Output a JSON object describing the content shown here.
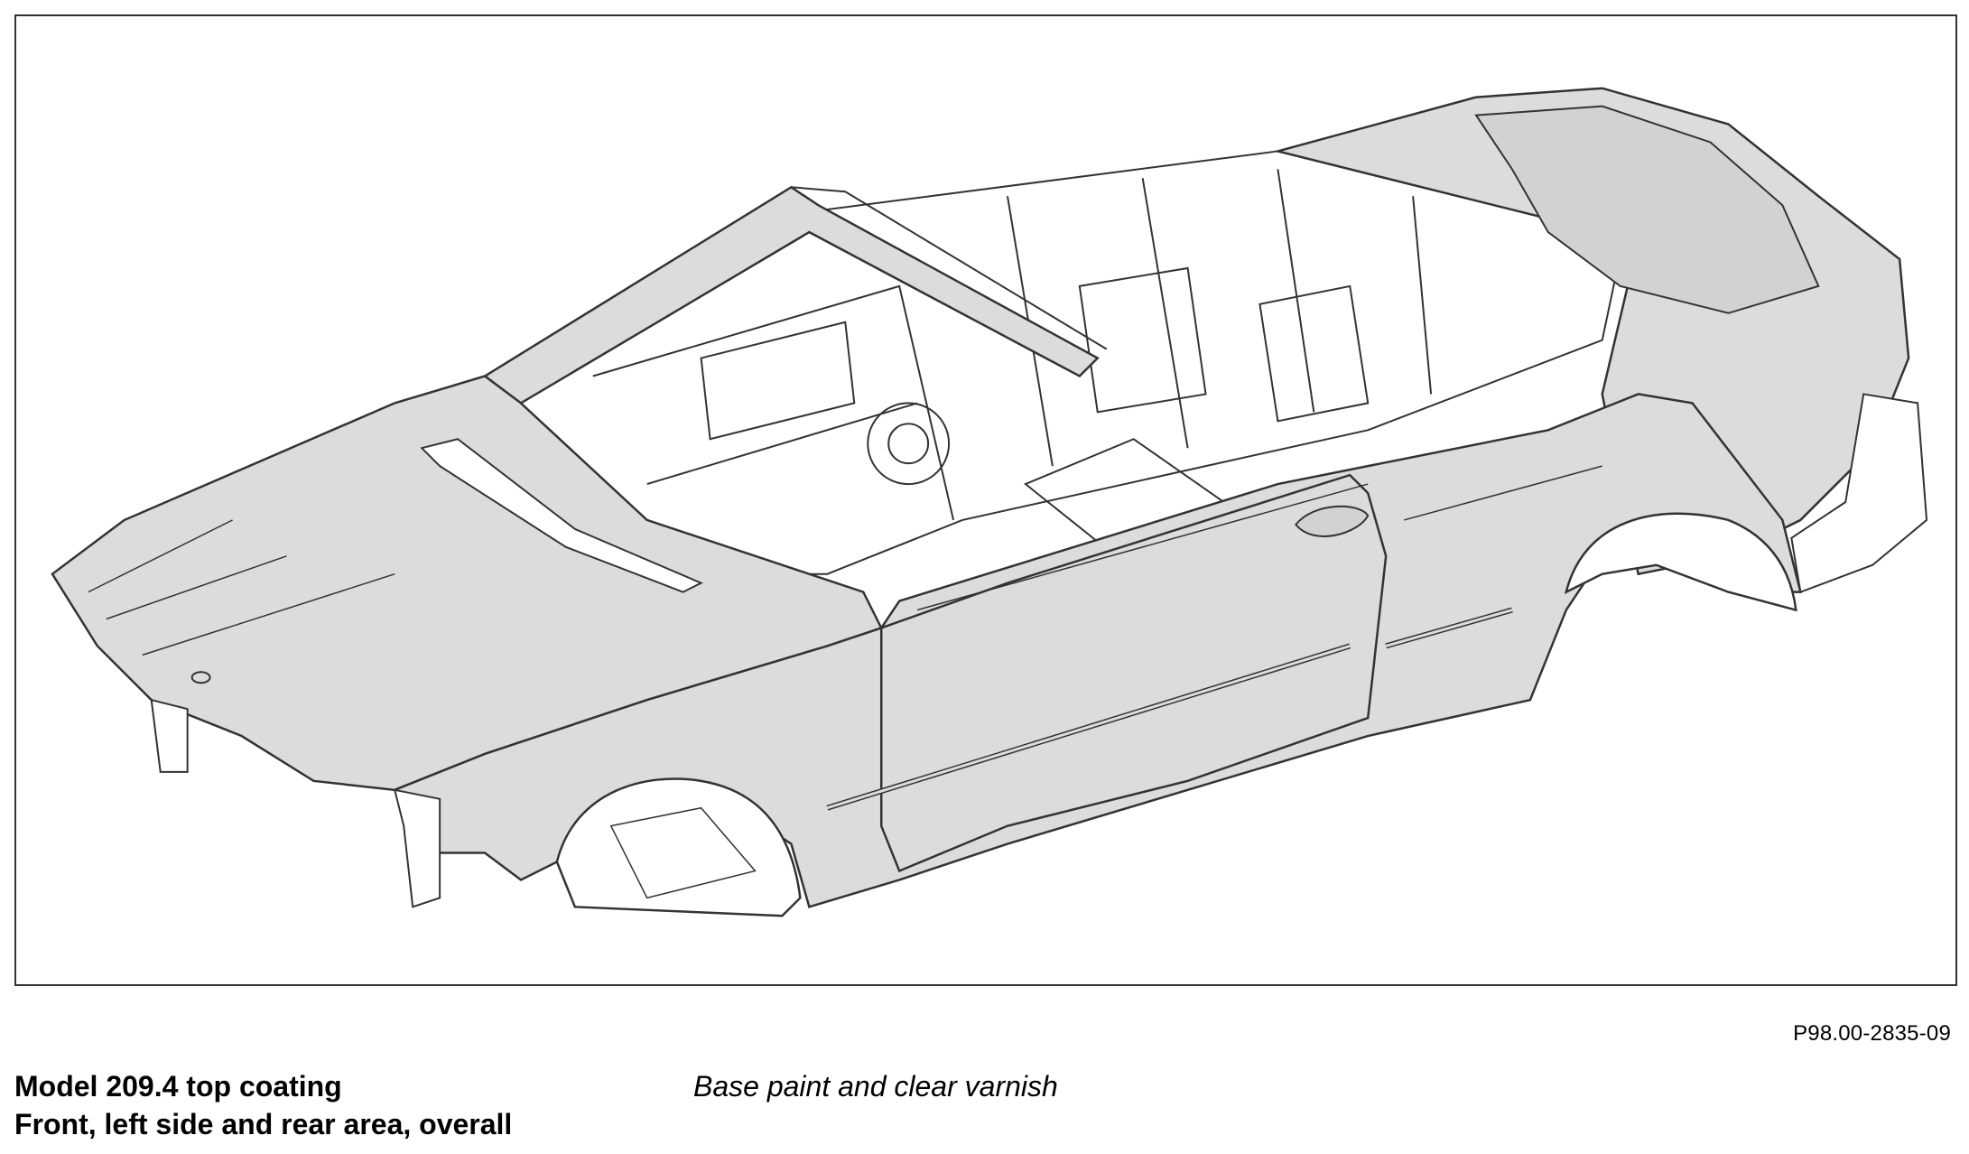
{
  "figure": {
    "reference_id": "P98.00-2835-09",
    "illustration": "vehicle-body-line-drawing",
    "fill_color": "#dcdcdc",
    "line_color": "#333333"
  },
  "caption": {
    "title_line1": "Model 209.4 top coating",
    "title_line2": "Front, left side and rear area, overall",
    "description": "Base paint and clear varnish"
  }
}
